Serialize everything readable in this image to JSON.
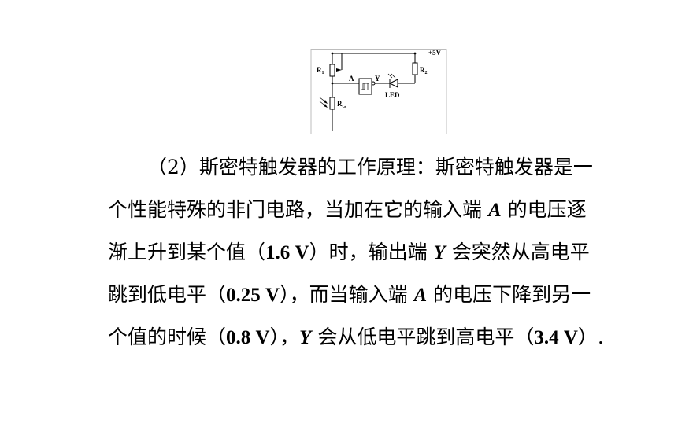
{
  "circuit": {
    "supply_label": "+5V",
    "r1_label": "R",
    "r1_sub": "1",
    "r2_label": "R",
    "r2_sub": "2",
    "rg_label": "R",
    "rg_sub": "G",
    "node_a_label": "A",
    "node_y_label": "Y",
    "led_label": "LED"
  },
  "paragraph": {
    "line1": [
      {
        "t": "（2）斯密特触发器的工作原理：斯密特触发器是一",
        "s": "plain"
      }
    ],
    "line2": [
      {
        "t": "个性能特殊的非门电路，当加在它的输入端 ",
        "s": "plain"
      },
      {
        "t": "A",
        "s": "it"
      },
      {
        "t": " 的电压逐",
        "s": "plain"
      }
    ],
    "line3": [
      {
        "t": "渐上升到某个值（",
        "s": "plain"
      },
      {
        "t": "1.6  V",
        "s": "num"
      },
      {
        "t": "）时，输出端 ",
        "s": "plain"
      },
      {
        "t": "Y",
        "s": "it"
      },
      {
        "t": " 会突然从高电平",
        "s": "plain"
      }
    ],
    "line4": [
      {
        "t": "跳到低电平（",
        "s": "plain"
      },
      {
        "t": "0.25  V",
        "s": "num"
      },
      {
        "t": "），而当输入端 ",
        "s": "plain"
      },
      {
        "t": "A",
        "s": "it"
      },
      {
        "t": " 的电压下降到另一",
        "s": "plain"
      }
    ],
    "line5": [
      {
        "t": "个值的时候（",
        "s": "plain"
      },
      {
        "t": "0.8 V",
        "s": "num"
      },
      {
        "t": "），",
        "s": "plain"
      },
      {
        "t": "Y",
        "s": "it"
      },
      {
        "t": " 会从低电平跳到高电平（",
        "s": "plain"
      },
      {
        "t": "3.4 V",
        "s": "num"
      },
      {
        "t": "）.",
        "s": "plain"
      }
    ]
  }
}
